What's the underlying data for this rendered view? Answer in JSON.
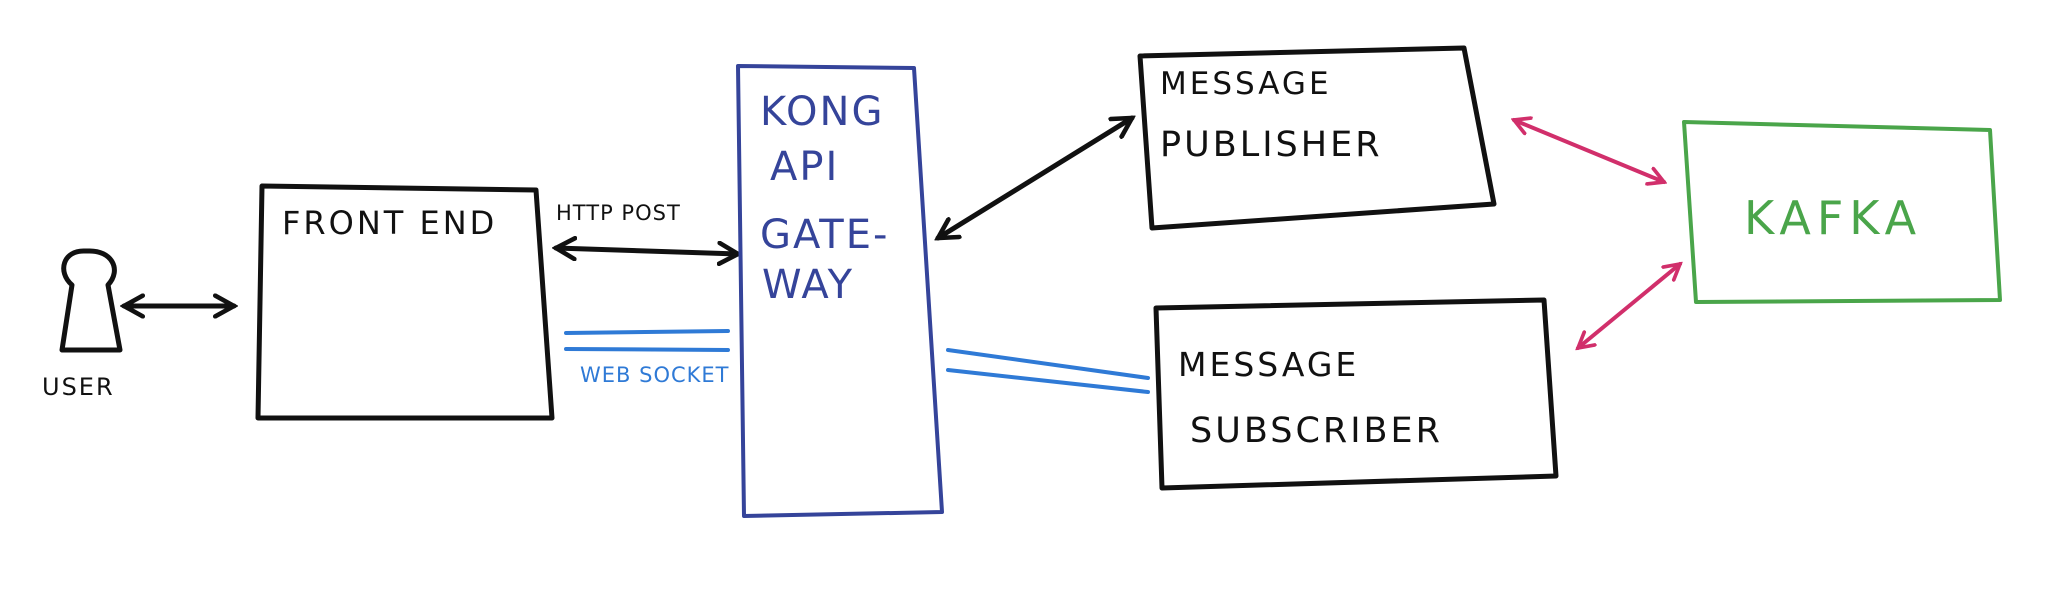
{
  "colors": {
    "ink": "#111111",
    "gateway": "#35449a",
    "kafka": "#4aa54a",
    "kafka_link": "#d12f6b",
    "websocket": "#2f7ad6"
  },
  "nodes": {
    "user": {
      "label": "USER",
      "icon": "user-icon"
    },
    "frontend": {
      "label": "FRONT END"
    },
    "gateway": {
      "line1": "KONG",
      "line2": "API",
      "line3": "GATE-",
      "line4": "WAY"
    },
    "publisher": {
      "line1": "MESSAGE",
      "line2": "PUBLISHER"
    },
    "subscriber": {
      "line1": "MESSAGE",
      "line2": "SUBSCRIBER"
    },
    "kafka": {
      "label": "KAFKA"
    }
  },
  "edges": {
    "http_post": {
      "label": "HTTP POST"
    },
    "websocket": {
      "label": "WEB SOCKET"
    }
  }
}
